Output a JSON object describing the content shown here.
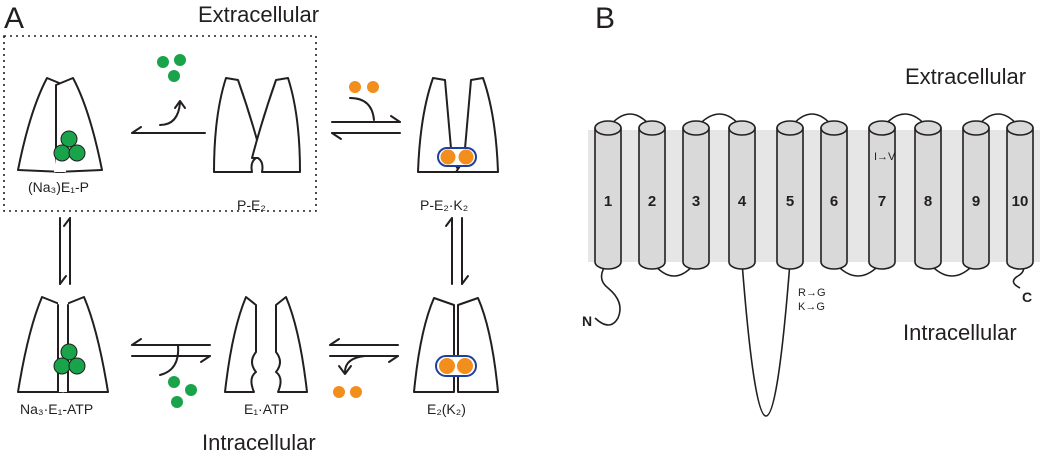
{
  "panel_a": {
    "label": "A",
    "extracellular_label": "Extracellular",
    "intracellular_label": "Intracellular",
    "states": {
      "na3_e1_p": "(Na₃)E₁-P",
      "p_e2": "P-E₂",
      "p_e2_k2": "P-E₂·K₂",
      "na3_e1_atp": "Na₃·E₁-ATP",
      "e1_atp": "E₁·ATP",
      "e2_k2": "E₂(K₂)"
    }
  },
  "panel_b": {
    "label": "B",
    "extracellular_label": "Extracellular",
    "intracellular_label": "Intracellular",
    "helices": [
      "1",
      "2",
      "3",
      "4",
      "5",
      "6",
      "7",
      "8",
      "9",
      "10"
    ],
    "n_terminus": "N",
    "c_terminus": "C",
    "mutations": {
      "helix7": "I→V",
      "loop_r": "R→G",
      "loop_k": "K→G"
    }
  },
  "colors": {
    "sodium": "#19a34a",
    "potassium": "#f28e1c",
    "membrane": "#e6e6e6",
    "ion_ring": "#1f3fa0"
  }
}
